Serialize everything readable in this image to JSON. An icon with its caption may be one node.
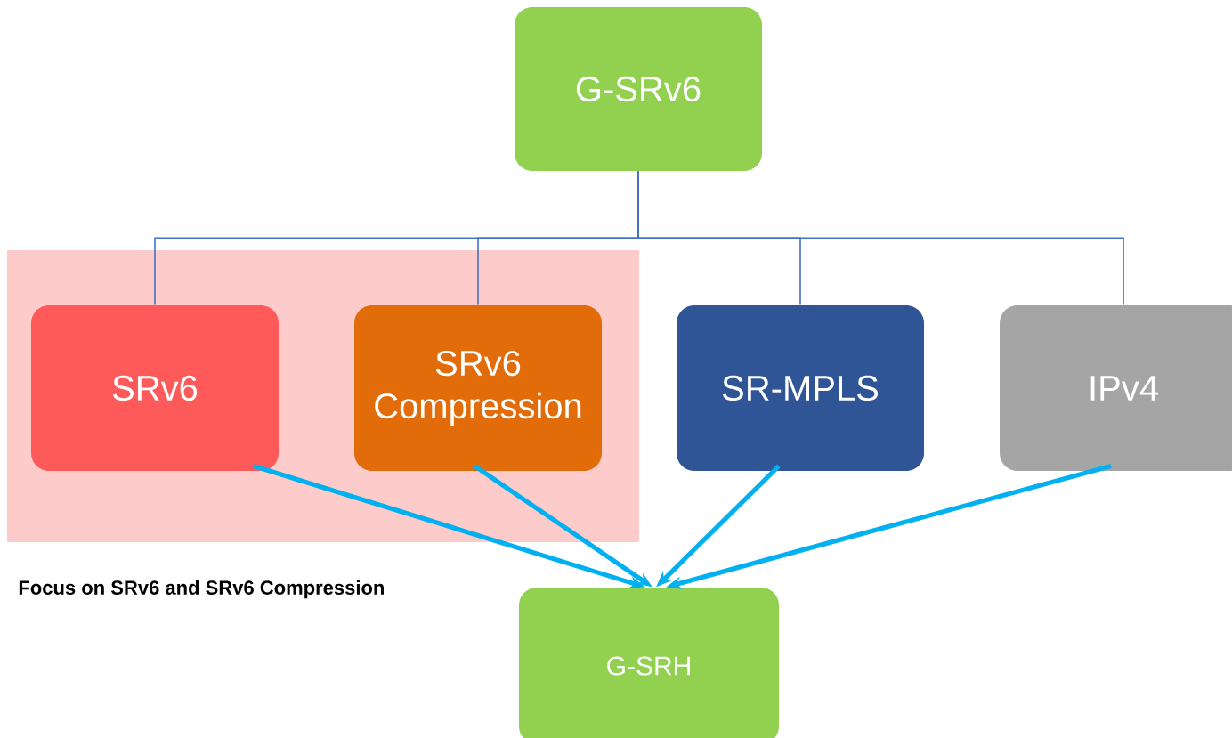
{
  "diagram": {
    "nodes": [
      {
        "text": [
          "G-SRv6"
        ]
      },
      {
        "text": [],
        "shape": "box",
        "beside": [
          "Focus on SRv6 and SRv6 Compression"
        ]
      },
      {
        "text": [
          "SRv6"
        ],
        "in": 1
      },
      {
        "text": [
          "SRv6 Compression"
        ],
        "in": 1
      },
      {
        "text": [
          "SR-MPLS"
        ]
      },
      {
        "text": [
          "IPv4"
        ]
      },
      {
        "text": [
          "G-SRH"
        ]
      }
    ],
    "edges": [
      {
        "from": 0,
        "to": 2,
        "arrow": "none",
        "color": "#4472c4"
      },
      {
        "from": 0,
        "to": 3,
        "arrow": "none",
        "color": "#4472c4"
      },
      {
        "from": 0,
        "to": 4,
        "arrow": "none",
        "color": "#4472c4"
      },
      {
        "from": 0,
        "to": 5,
        "arrow": "none",
        "color": "#4472c4"
      },
      {
        "from": 2,
        "to": 6,
        "arrow": "to",
        "style": "thick",
        "color": "#00b0f0"
      },
      {
        "from": 3,
        "to": 6,
        "arrow": "to",
        "style": "thick",
        "color": "#00b0f0"
      },
      {
        "from": 4,
        "to": 6,
        "arrow": "to",
        "style": "thick",
        "color": "#00b0f0"
      },
      {
        "from": 5,
        "to": 6,
        "arrow": "to",
        "style": "thick",
        "color": "#00b0f0"
      }
    ]
  }
}
